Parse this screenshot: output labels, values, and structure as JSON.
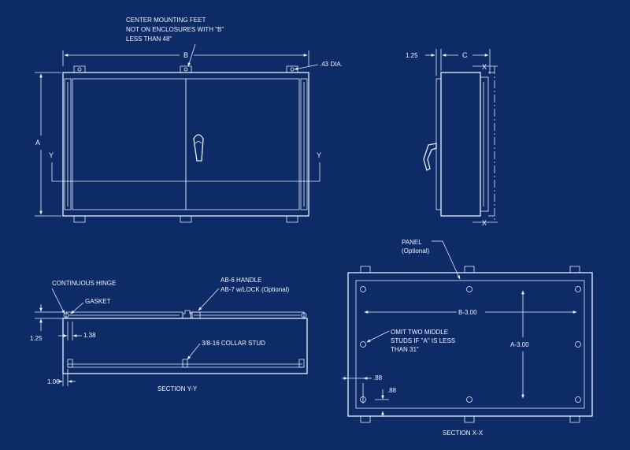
{
  "front_view": {
    "note_line1": "CENTER MOUNTING FEET",
    "note_line2": "NOT ON ENCLOSURES WITH \"B\"",
    "note_line3": "LESS THAN 48\"",
    "dim_b": "B",
    "dim_a": "A",
    "hole_dia": ".43 DIA.",
    "axis_left": "Y",
    "axis_right": "Y"
  },
  "side_view": {
    "dim_125": "1.25",
    "dim_c": "C",
    "axis_top": "X",
    "axis_bottom": "X"
  },
  "section_yy": {
    "hinge_label": "CONTINUOUS HINGE",
    "gasket_label": "GASKET",
    "handle_line1": "AB-6 HANDLE",
    "handle_line2": "AB-7 w/LOCK (Optional)",
    "stud_label": "3/8-16 COLLAR STUD",
    "dim_125": "1.25",
    "dim_138": "1.38",
    "dim_100": "1.00",
    "title": "SECTION Y-Y"
  },
  "section_xx": {
    "panel_line1": "PANEL",
    "panel_line2": "(Optional)",
    "dim_b": "B-3.00",
    "dim_a": "A-3.00",
    "omit_line1": "OMIT TWO MIDDLE",
    "omit_line2": "STUDS IF \"A\" IS LESS",
    "omit_line3": "THAN 31\"",
    "dim_88a": ".88",
    "dim_88b": ".88",
    "title": "SECTION X-X"
  }
}
